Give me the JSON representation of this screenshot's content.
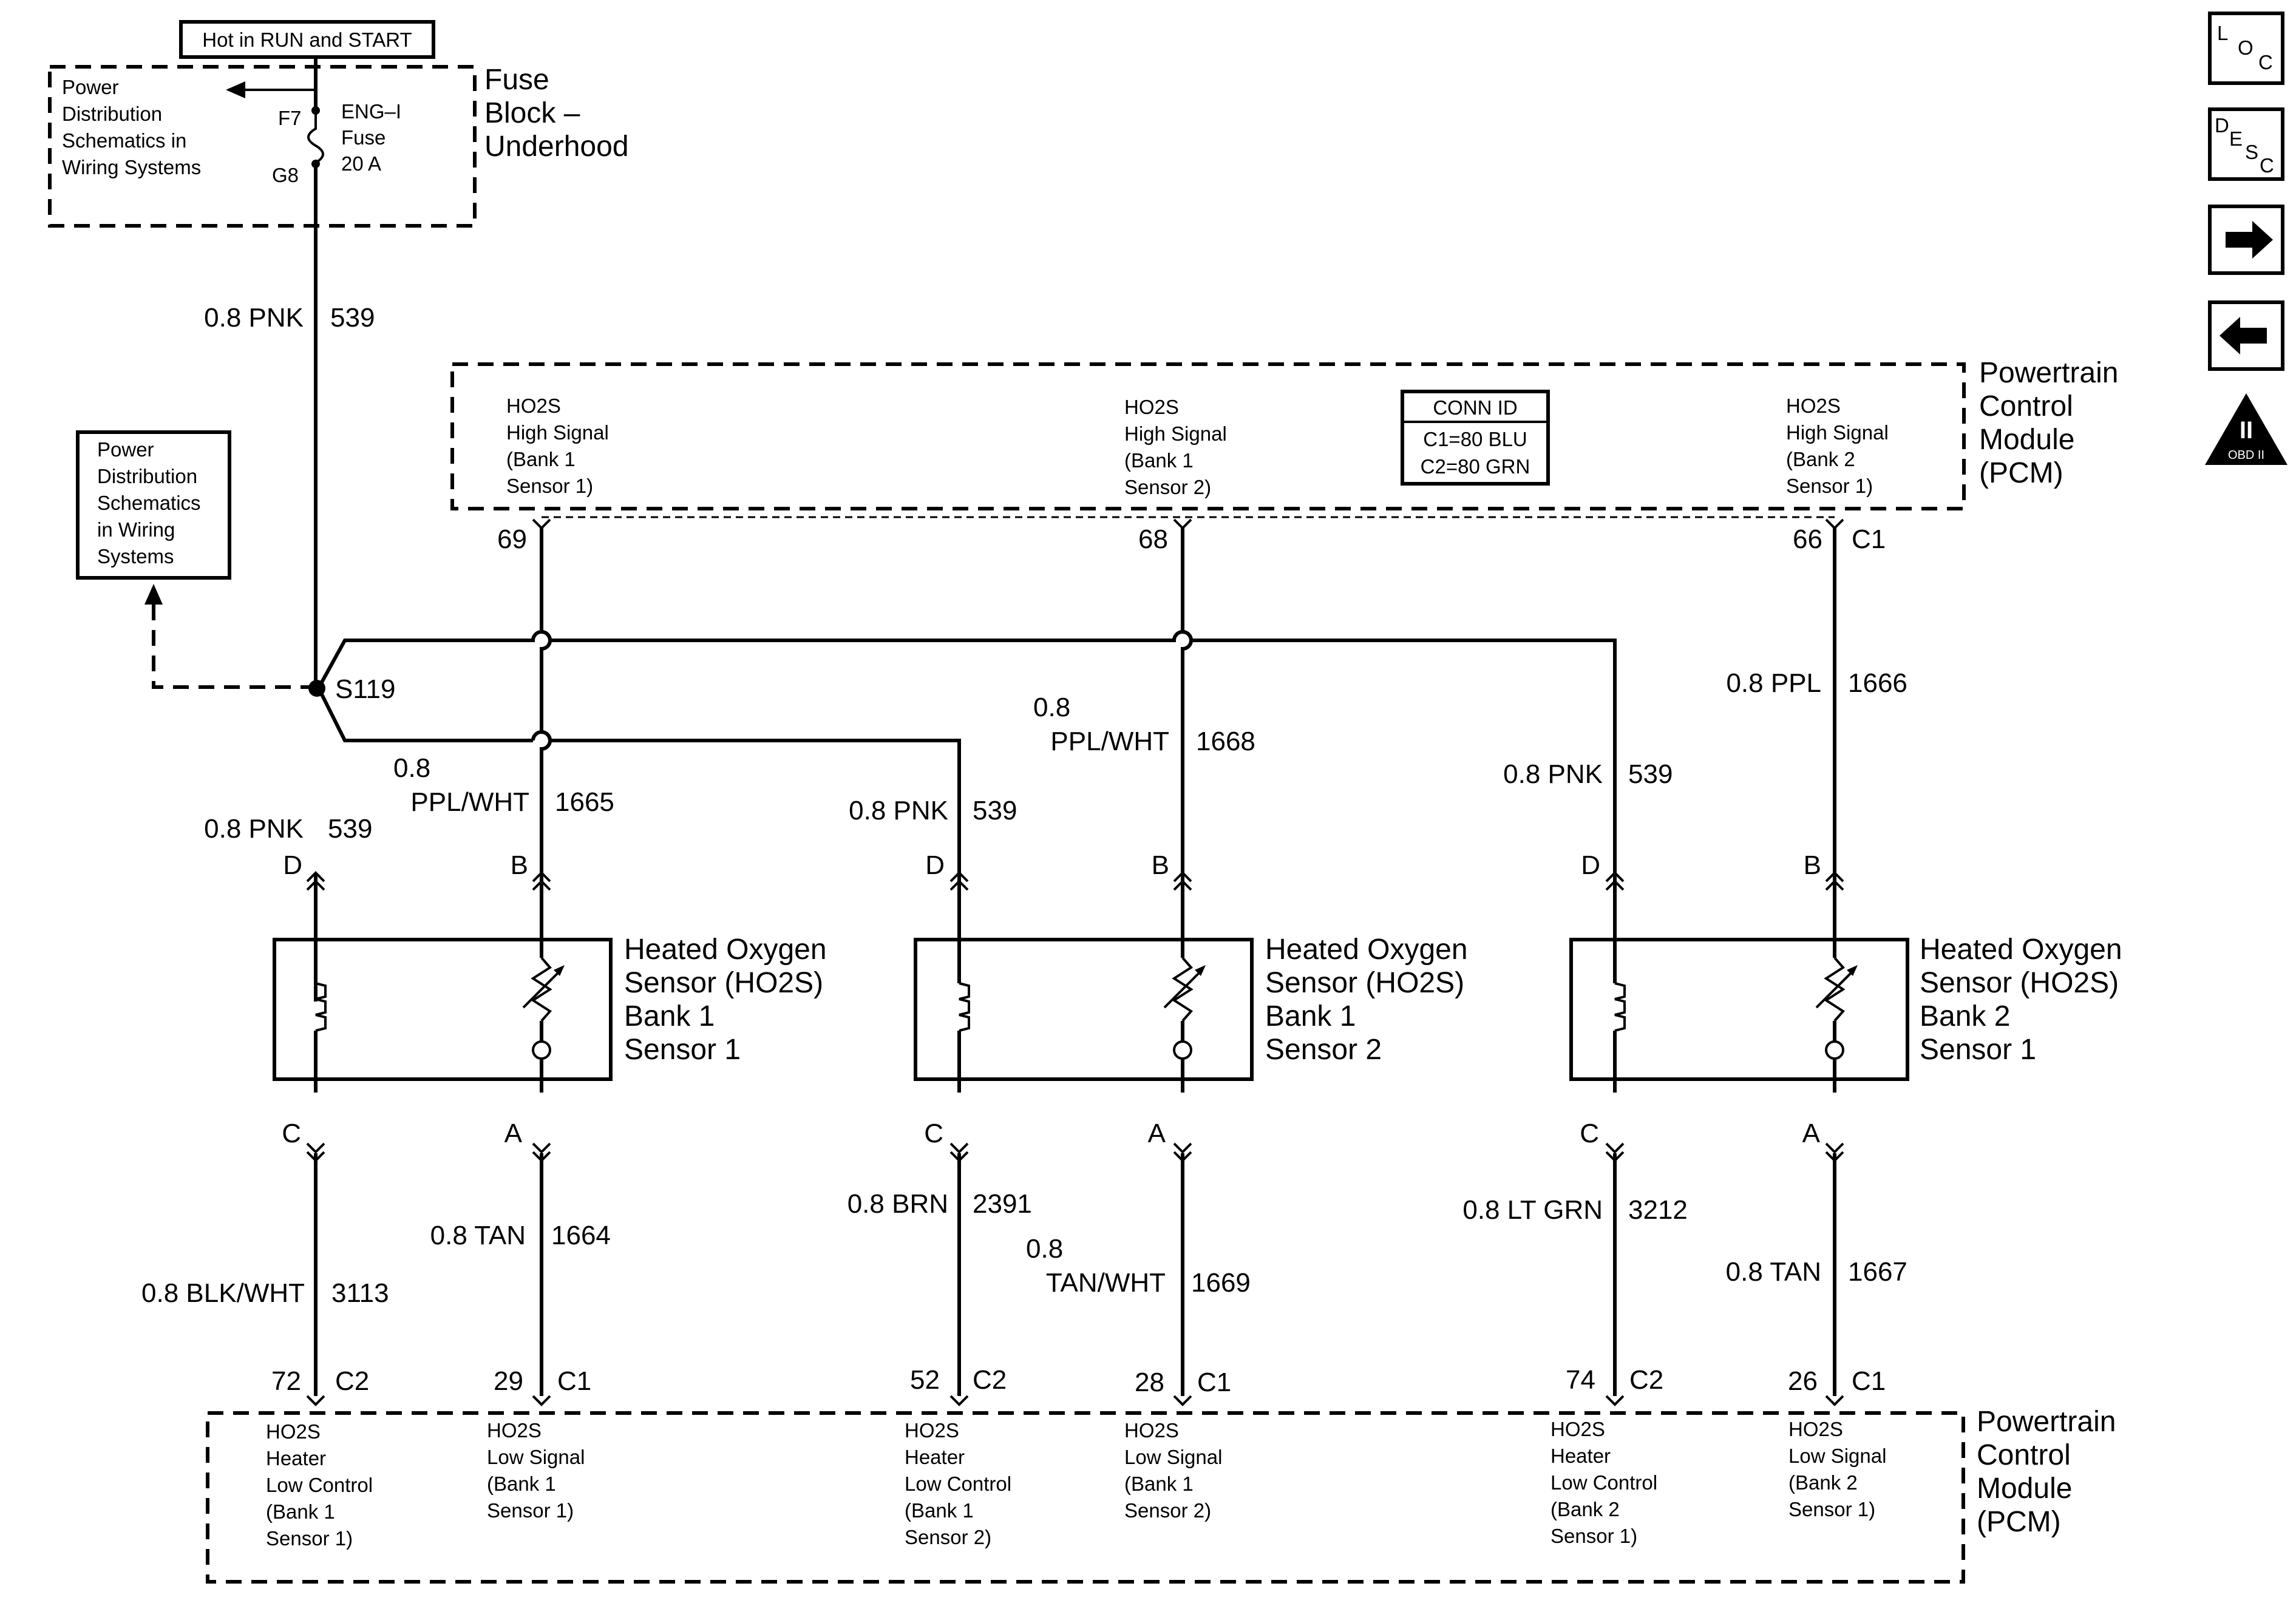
{
  "fuse_block": {
    "hot_label": "Hot in RUN and START",
    "title_lines": [
      "Fuse",
      "Block –",
      "Underhood"
    ],
    "power_dist_lines": [
      "Power",
      "Distribution",
      "Schematics in",
      "Wiring Systems"
    ],
    "fuse_top_terminal": "F7",
    "fuse_bottom_terminal": "G8",
    "fuse_lines": [
      "ENG–I",
      "Fuse",
      "20 A"
    ]
  },
  "feed_wire": {
    "size_color": "0.8 PNK",
    "circuit": "539"
  },
  "power_dist_box_lines": [
    "Power",
    "Distribution",
    "Schematics",
    "in Wiring",
    "Systems"
  ],
  "splice": {
    "label": "S119"
  },
  "pcm_top": {
    "title_lines": [
      "Powertrain",
      "Control",
      "Module",
      "(PCM)"
    ],
    "conn_id": {
      "title": "CONN ID",
      "c1": "C1=80 BLU",
      "c2": "C2=80 GRN"
    },
    "signals": [
      {
        "lines": [
          "HO2S",
          "High Signal",
          "(Bank 1",
          "Sensor 1)"
        ],
        "pin": "69",
        "connector": ""
      },
      {
        "lines": [
          "HO2S",
          "High Signal",
          "(Bank 1",
          "Sensor 2)"
        ],
        "pin": "68",
        "connector": ""
      },
      {
        "lines": [
          "HO2S",
          "High Signal",
          "(Bank 2",
          "Sensor 1)"
        ],
        "pin": "66",
        "connector": "C1"
      }
    ]
  },
  "sensors": [
    {
      "title_lines": [
        "Heated Oxygen",
        "Sensor (HO2S)",
        "Bank 1",
        "Sensor 1"
      ],
      "pin_d": "D",
      "pin_b": "B",
      "pin_c": "C",
      "pin_a": "A",
      "heater_wire": {
        "size_color": "0.8 PNK",
        "circuit": "539"
      },
      "signal_wire": {
        "size": "0.8",
        "color": "PPL/WHT",
        "circuit": "1665"
      },
      "ground_wire": {
        "size_color": "0.8 BLK/WHT",
        "circuit": "3113"
      },
      "low_wire": {
        "size_color": "0.8 TAN",
        "circuit": "1664"
      }
    },
    {
      "title_lines": [
        "Heated Oxygen",
        "Sensor (HO2S)",
        "Bank 1",
        "Sensor 2"
      ],
      "pin_d": "D",
      "pin_b": "B",
      "pin_c": "C",
      "pin_a": "A",
      "heater_wire": {
        "size_color": "0.8 PNK",
        "circuit": "539"
      },
      "signal_wire": {
        "size": "0.8",
        "color": "PPL/WHT",
        "circuit": "1668"
      },
      "ground_wire": {
        "size_color": "0.8 BRN",
        "circuit": "2391"
      },
      "low_wire": {
        "size": "0.8",
        "color": "TAN/WHT",
        "circuit": "1669"
      }
    },
    {
      "title_lines": [
        "Heated Oxygen",
        "Sensor (HO2S)",
        "Bank 2",
        "Sensor 1"
      ],
      "pin_d": "D",
      "pin_b": "B",
      "pin_c": "C",
      "pin_a": "A",
      "heater_wire": {
        "size_color": "0.8 PNK",
        "circuit": "539"
      },
      "signal_wire": {
        "size_color": "0.8 PPL",
        "circuit": "1666"
      },
      "ground_wire": {
        "size_color": "0.8 LT GRN",
        "circuit": "3212"
      },
      "low_wire": {
        "size_color": "0.8 TAN",
        "circuit": "1667"
      }
    }
  ],
  "pcm_bottom": {
    "title_lines": [
      "Powertrain",
      "Control",
      "Module",
      "(PCM)"
    ],
    "terminals": [
      {
        "pin": "72",
        "connector": "C2",
        "lines": [
          "HO2S",
          "Heater",
          "Low Control",
          "(Bank 1",
          "Sensor 1)"
        ]
      },
      {
        "pin": "29",
        "connector": "C1",
        "lines": [
          "HO2S",
          "Low Signal",
          "(Bank 1",
          "Sensor 1)"
        ]
      },
      {
        "pin": "52",
        "connector": "C2",
        "lines": [
          "HO2S",
          "Heater",
          "Low Control",
          "(Bank 1",
          "Sensor 2)"
        ]
      },
      {
        "pin": "28",
        "connector": "C1",
        "lines": [
          "HO2S",
          "Low Signal",
          "(Bank 1",
          "Sensor 2)"
        ]
      },
      {
        "pin": "74",
        "connector": "C2",
        "lines": [
          "HO2S",
          "Heater",
          "Low Control",
          "(Bank 2",
          "Sensor 1)"
        ]
      },
      {
        "pin": "26",
        "connector": "C1",
        "lines": [
          "HO2S",
          "Low Signal",
          "(Bank 2",
          "Sensor 1)"
        ]
      }
    ]
  },
  "nav": {
    "loc": {
      "l": "L",
      "o": "O",
      "c": "C"
    },
    "desc": {
      "d": "D",
      "e": "E",
      "s": "S",
      "c": "C"
    },
    "forward_arrow": "→",
    "back_arrow": "←",
    "obd": {
      "roman": "II",
      "label": "OBD II"
    }
  }
}
